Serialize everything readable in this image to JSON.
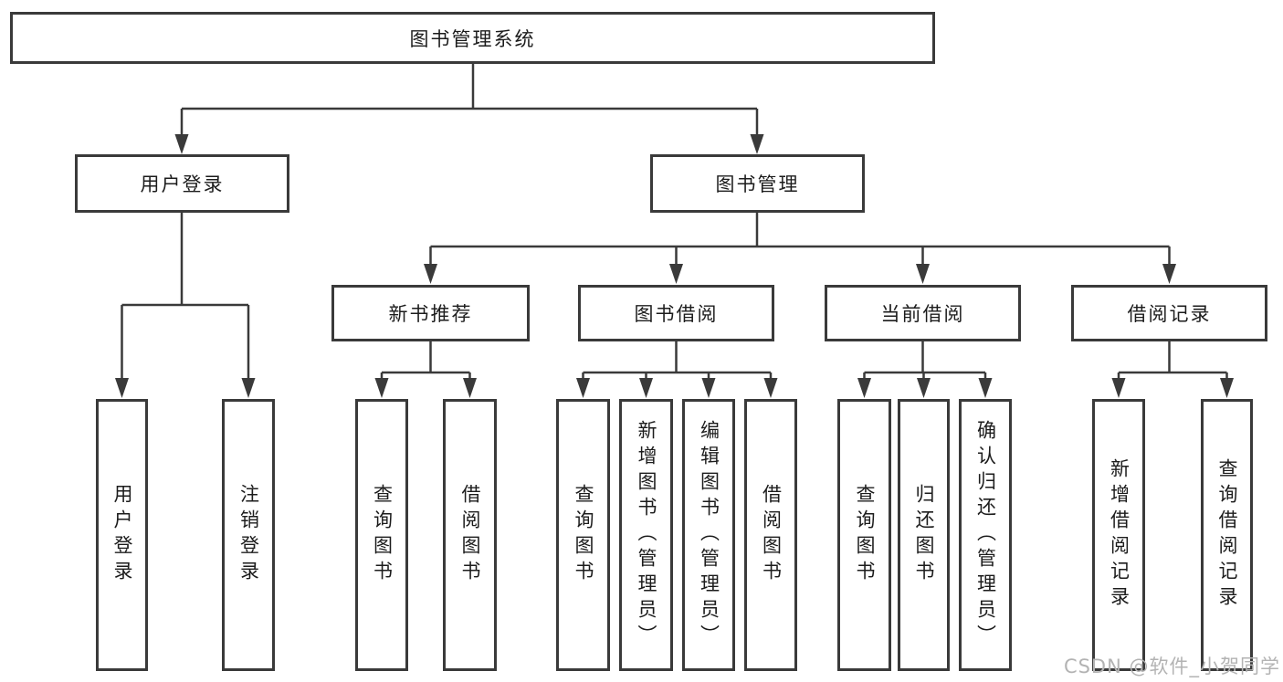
{
  "diagram": {
    "root": "图书管理系统",
    "branches": [
      {
        "label": "用户登录",
        "leaves": [
          "用户登录",
          "注销登录"
        ]
      },
      {
        "label": "图书管理",
        "groups": [
          {
            "label": "新书推荐",
            "leaves": [
              "查询图书",
              "借阅图书"
            ]
          },
          {
            "label": "图书借阅",
            "leaves": [
              "查询图书",
              "新增图书（管理员）",
              "编辑图书（管理员）",
              "借阅图书"
            ]
          },
          {
            "label": "当前借阅",
            "leaves": [
              "查询图书",
              "归还图书",
              "确认归还（管理员）"
            ]
          },
          {
            "label": "借阅记录",
            "leaves": [
              "新增借阅记录",
              "查询借阅记录"
            ]
          }
        ]
      }
    ]
  },
  "watermark": "CSDN @软件_小贺同学",
  "colors": {
    "background": "#ffffff",
    "line": "#3a3a3a",
    "box_border": "#3a3a3a",
    "text": "#1c1c1c",
    "watermark": "#b3b3b3"
  }
}
